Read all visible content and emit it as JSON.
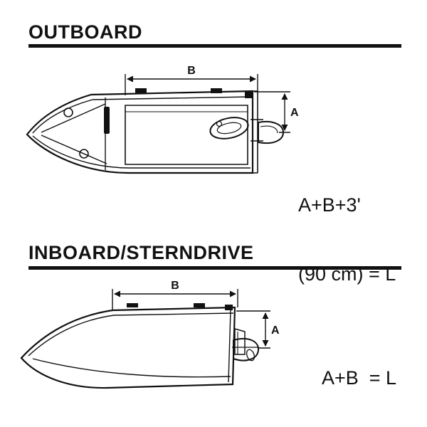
{
  "page": {
    "background_color": "#ffffff",
    "ink_color": "#111111"
  },
  "sections": {
    "outboard": {
      "title": "OUTBOARD",
      "dim_b_label": "B",
      "dim_a_label": "A",
      "formula_line1": "A+B+3'",
      "formula_line2": "(90 cm) = L",
      "drawing": "outboard-boat-top-view-with-outboard-motor"
    },
    "inboard": {
      "title": "INBOARD/STERNDRIVE",
      "dim_b_label": "B",
      "dim_a_label": "A",
      "formula": "A+B  = L",
      "drawing": "inboard-sterndrive-boat-side-view"
    }
  }
}
